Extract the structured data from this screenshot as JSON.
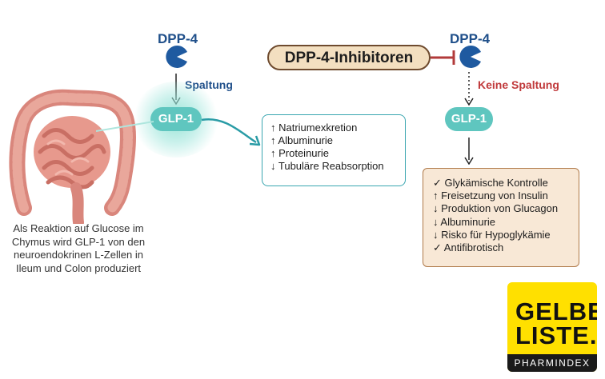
{
  "left": {
    "enzyme_label": "DPP-4",
    "cleavage_label": "Spaltung",
    "glp_label": "GLP-1",
    "caption_lines": [
      "Als Reaktion auf Glucose im",
      "Chymus wird GLP-1 von den",
      "neuroendokrinen L-Zellen in",
      "Ileum und Colon produziert"
    ]
  },
  "effects": {
    "items": [
      "↑ Natriumexkretion",
      "↑ Albuminurie",
      "↑ Proteinurie",
      "↓ Tubuläre Reabsorption"
    ]
  },
  "right": {
    "inhibitor_label": "DPP-4-Inhibitoren",
    "enzyme_label": "DPP-4",
    "no_cleavage_label": "Keine Spaltung",
    "glp_label": "GLP-1",
    "benefits": [
      "✓ Glykämische Kontrolle",
      "↑  Freisetzung von Insulin",
      "↓  Produktion von Glucagon",
      "↓ Albuminurie",
      "↓ Risko für Hypoglykämie",
      "✓ Antifibrotisch"
    ]
  },
  "logo": {
    "line1": "GELBE",
    "line2": "LISTE.",
    "sub": "PHARMINDEX"
  },
  "colors": {
    "enzyme": "#1f5aa0",
    "glp": "#5fc6bf",
    "inhibitor_bar": "#b23a3a",
    "effects_border": "#3aa6b0",
    "benefit_bg": "#f8e8d6",
    "logo_yellow": "#ffe000"
  }
}
